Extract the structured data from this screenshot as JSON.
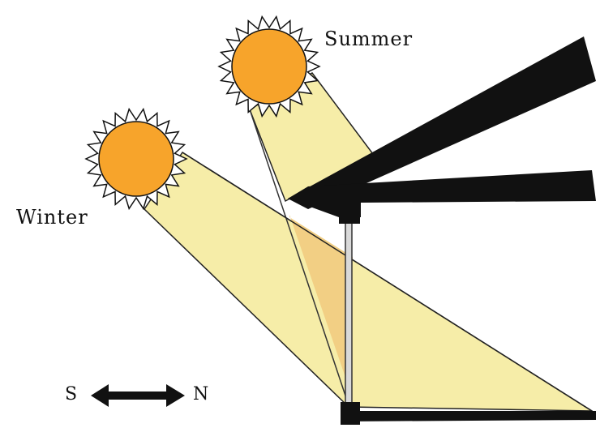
{
  "labels": {
    "summer": "Summer",
    "winter": "Winter",
    "south": "S",
    "north": "N"
  },
  "colors": {
    "sun_fill": "#F7A42B",
    "sun_outline": "#1a1a1a",
    "beam_fill": "#F6EDA8",
    "beam_overlap": "#F2CF84",
    "structure": "#111111",
    "post": "#d9d9d9",
    "background": "#ffffff"
  },
  "icons": {
    "summer_sun": "sun-icon",
    "winter_sun": "sun-icon",
    "direction": "double-arrow-icon"
  }
}
